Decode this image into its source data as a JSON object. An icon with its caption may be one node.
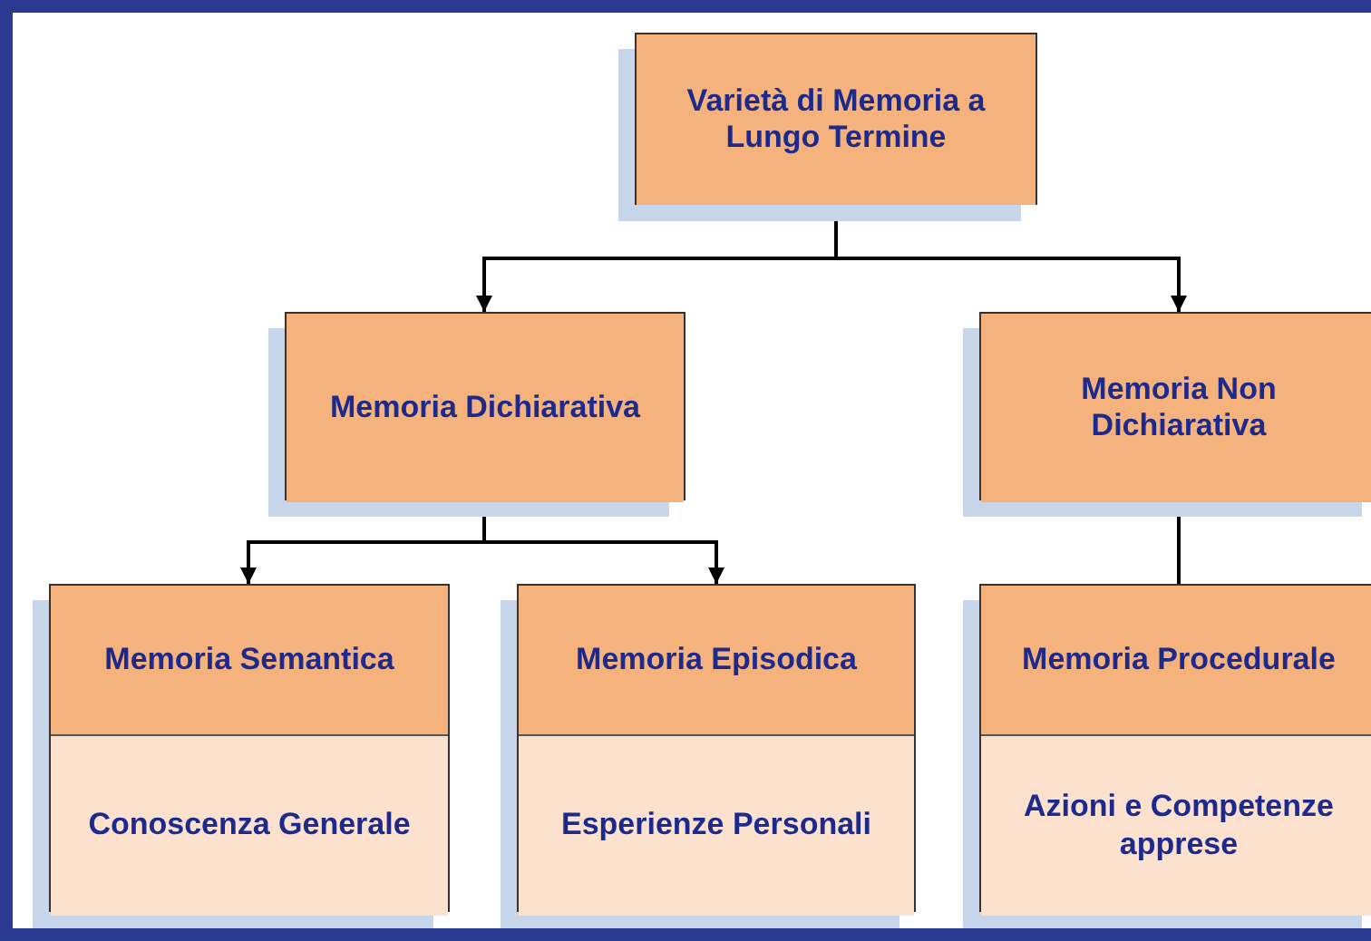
{
  "diagram": {
    "nodes": [
      {
        "text": [
          "Varietà di Memoria a Lungo Termine"
        ]
      },
      {
        "text": [
          "Memoria Dichiarativa"
        ]
      },
      {
        "text": [
          "Memoria Non Dichiarativa"
        ]
      },
      {
        "text": [
          "Memoria Semantica",
          "Conoscenza Generale"
        ]
      },
      {
        "text": [
          "Memoria Episodica",
          "Esperienze Personali"
        ]
      },
      {
        "text": [
          "Memoria Procedurale",
          "Azioni e Competenze apprese"
        ]
      }
    ],
    "edges": [
      {
        "from": 0,
        "to": 1,
        "arrow": "to"
      },
      {
        "from": 0,
        "to": 2,
        "arrow": "to"
      },
      {
        "from": 1,
        "to": 3,
        "arrow": "to"
      },
      {
        "from": 1,
        "to": 4,
        "arrow": "to"
      },
      {
        "from": 2,
        "to": 5,
        "arrow": "none"
      }
    ]
  }
}
